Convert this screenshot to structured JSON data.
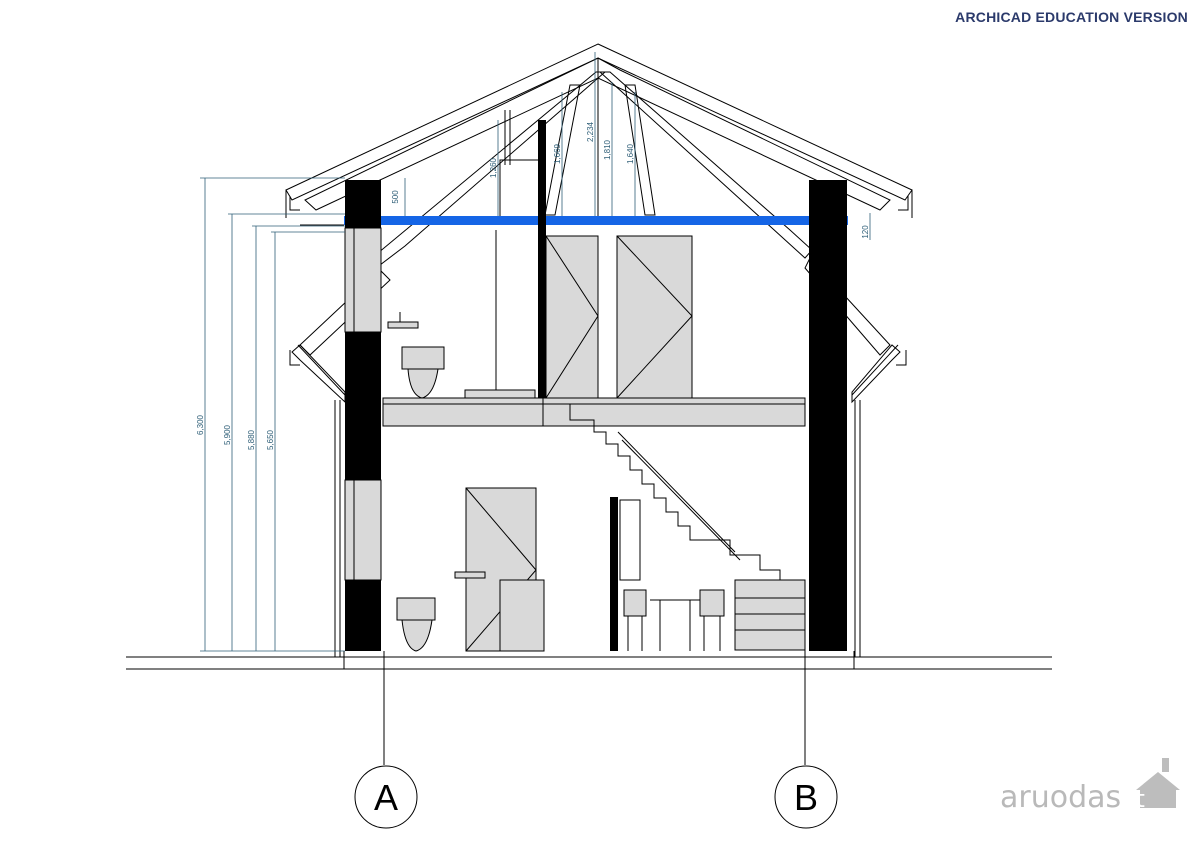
{
  "header": {
    "edition": "ARCHICAD EDUCATION VERSION"
  },
  "axes": {
    "left": "A",
    "right": "B"
  },
  "dimensions": {
    "total_height": "6,300",
    "h_5900": "5,900",
    "h_5880": "5,880",
    "h_5650": "5,650",
    "d_500": "500",
    "d_1260": "1,260",
    "d_1669": "1,669",
    "d_2234": "2,234",
    "d_1810": "1,810",
    "d_1640": "1,640",
    "d_120": "120"
  },
  "watermark": {
    "brand": "aruodas",
    "tld": ".lt"
  },
  "colors": {
    "beam": "#1565e6",
    "dimension": "#2f5f78",
    "wall": "#000000",
    "fixture": "#d9d9d9",
    "header": "#2b3a6b"
  }
}
